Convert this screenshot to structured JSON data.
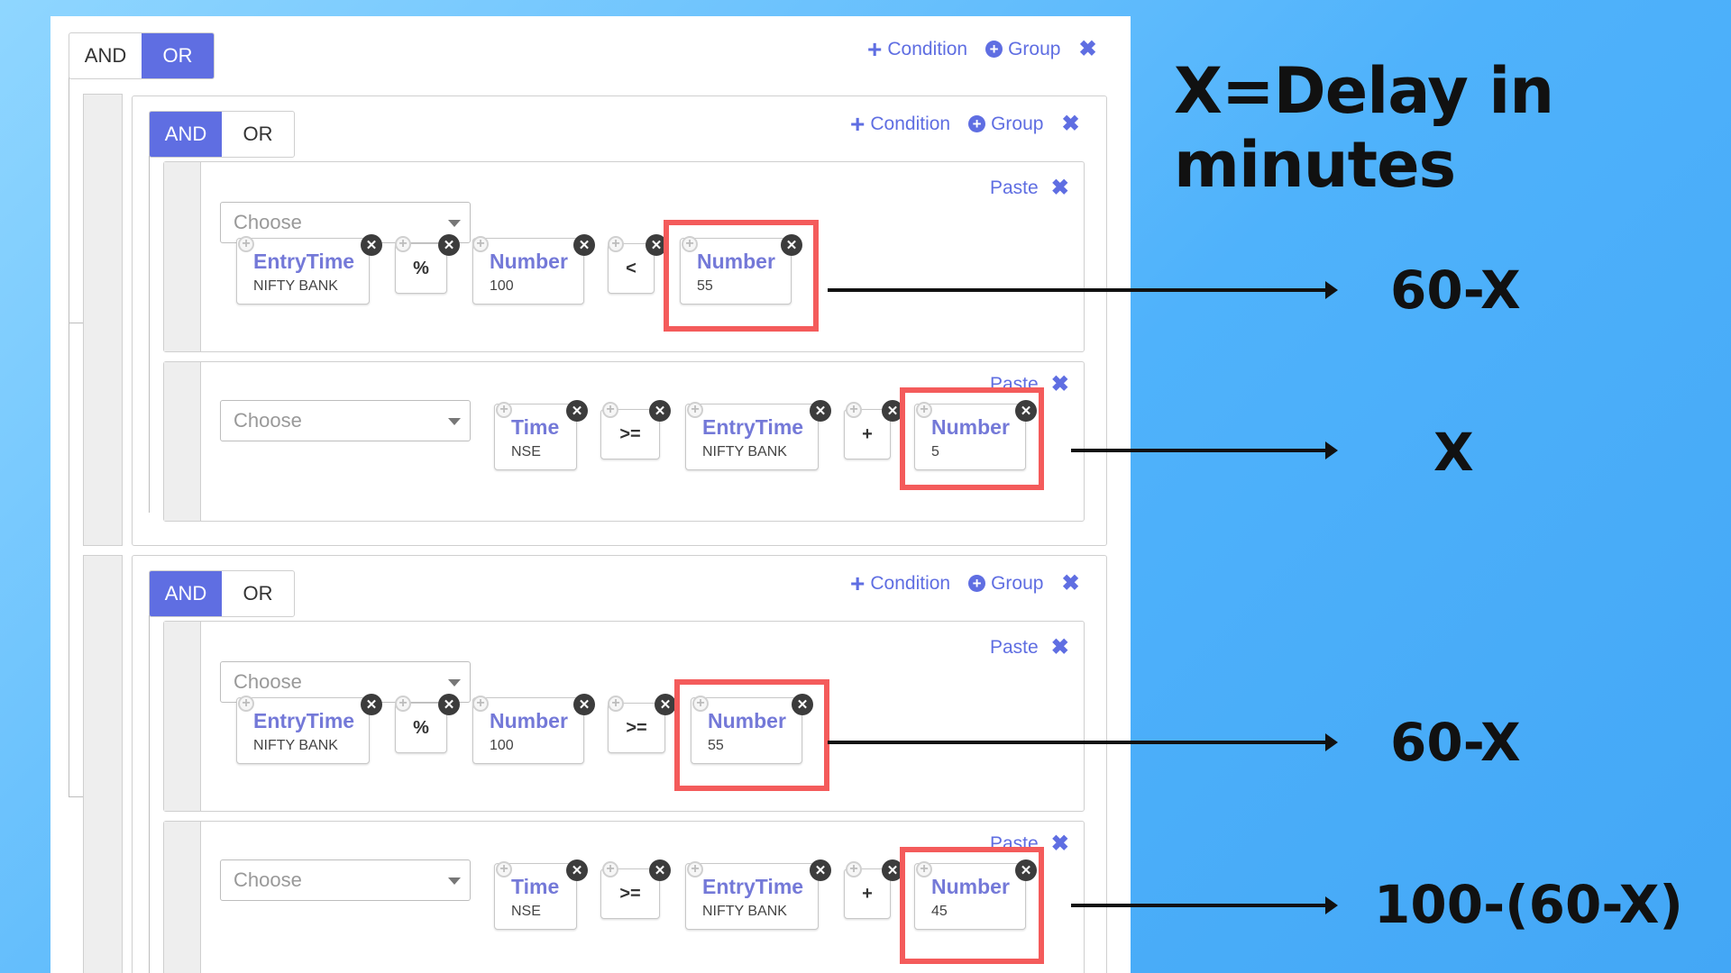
{
  "heading": "X=Delay in minutes",
  "toggle": {
    "and": "AND",
    "or": "OR"
  },
  "actions": {
    "condition": "Condition",
    "group": "Group"
  },
  "paste": "Paste",
  "select_placeholder": "Choose",
  "tokens": {
    "entrytime": "EntryTime",
    "nifty_bank": "NIFTY BANK",
    "number": "Number",
    "time": "Time",
    "nse": "NSE"
  },
  "operators": {
    "mod": "%",
    "lt": "<",
    "gte": ">=",
    "plus": "+"
  },
  "values": {
    "v100": "100",
    "v55a": "55",
    "v5": "5",
    "v55b": "55",
    "v45": "45"
  },
  "annotations": {
    "a1": "60-X",
    "a2": "X",
    "a3": "60-X",
    "a4": "100-(60-X)"
  },
  "colors": {
    "accent": "#5f6ee2",
    "highlight": "#f45b5b"
  }
}
